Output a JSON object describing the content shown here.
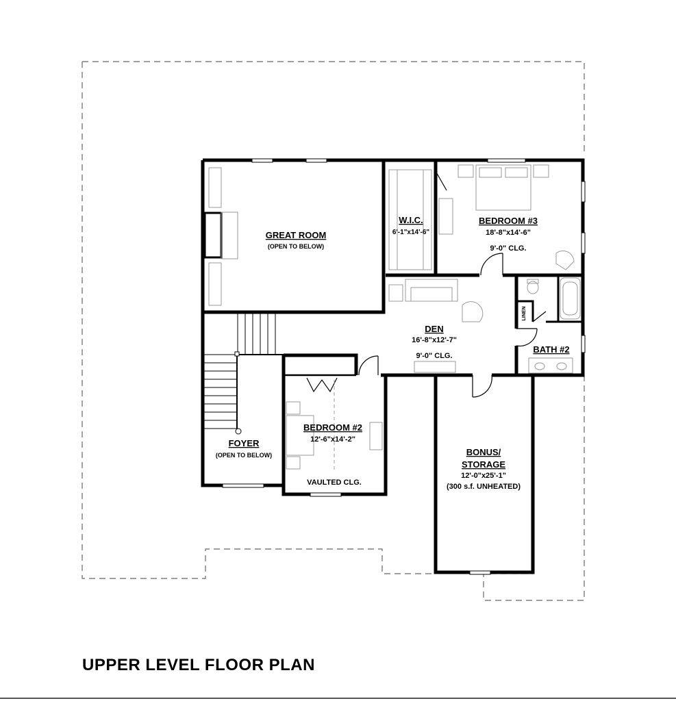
{
  "title": "UPPER LEVEL FLOOR PLAN",
  "colors": {
    "wall": "#000000",
    "fixture": "#999999",
    "outline": "#666666",
    "background": "#ffffff"
  },
  "rooms": {
    "great_room": {
      "name": "GREAT ROOM",
      "note": "(OPEN TO BELOW)"
    },
    "wic": {
      "name": "W.I.C.",
      "size": "6'-1\"x14'-6\""
    },
    "bedroom3": {
      "name": "BEDROOM #3",
      "size": "18'-8\"x14'-6\"",
      "ceiling": "9'-0\" CLG."
    },
    "den": {
      "name": "DEN",
      "size": "16'-8\"x12'-7\"",
      "ceiling": "9'-0\" CLG."
    },
    "linen": {
      "name": "LINEN"
    },
    "bath2": {
      "name": "BATH #2"
    },
    "bedroom2": {
      "name": "BEDROOM #2",
      "size": "12'-6\"x14'-2\"",
      "ceiling": "VAULTED CLG."
    },
    "foyer": {
      "name": "FOYER",
      "note": "(OPEN TO BELOW)"
    },
    "bonus": {
      "name_line1": "BONUS/",
      "name_line2": "STORAGE",
      "size": "12'-0\"x25'-1\"",
      "note": "(300 s.f. UNHEATED)"
    }
  }
}
